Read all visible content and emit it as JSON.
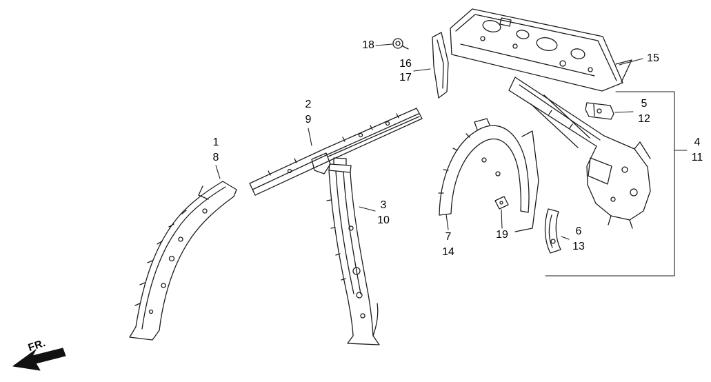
{
  "diagram": {
    "direction_label": "FR.",
    "line_color": "#1c1c1c",
    "label_color": "#000000",
    "background": "#ffffff",
    "callouts": [
      {
        "ref": "1"
      },
      {
        "ref": "8"
      },
      {
        "ref": "2"
      },
      {
        "ref": "9"
      },
      {
        "ref": "3"
      },
      {
        "ref": "10"
      },
      {
        "ref": "4"
      },
      {
        "ref": "11"
      },
      {
        "ref": "5"
      },
      {
        "ref": "12"
      },
      {
        "ref": "6"
      },
      {
        "ref": "13"
      },
      {
        "ref": "7"
      },
      {
        "ref": "14"
      },
      {
        "ref": "15"
      },
      {
        "ref": "16"
      },
      {
        "ref": "17"
      },
      {
        "ref": "18"
      },
      {
        "ref": "19"
      }
    ]
  }
}
